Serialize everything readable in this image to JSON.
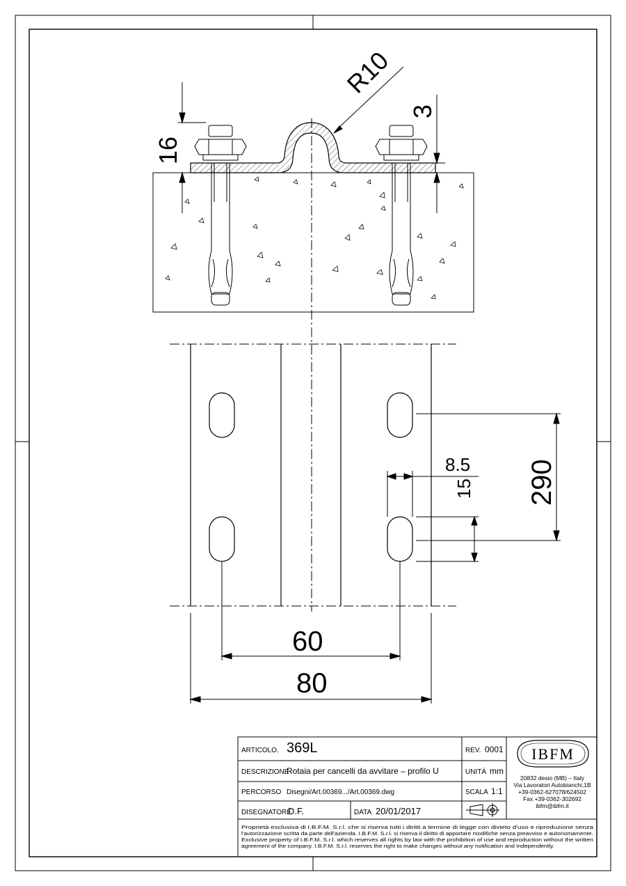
{
  "dimensions": {
    "radius": "R10",
    "plate_thickness": "3",
    "height": "16",
    "slot_width": "8.5",
    "slot_length": "15",
    "slot_pitch": "290",
    "hole_spacing": "60",
    "overall_width": "80"
  },
  "title_block": {
    "articolo_label": "ARTICOLO.",
    "articolo_value": "369L",
    "rev_label": "REV.",
    "rev_value": "0001",
    "descrizione_label": "DESCRIZIONE",
    "descrizione_value": "Rotaia per cancelli da avvitare – profilo U",
    "unita_label": "UNITÀ",
    "unita_value": "mm",
    "percorso_label": "PERCORSO",
    "percorso_value": "Disegni/Art.00369.../Art.00369.dwg",
    "scala_label": "SCALA",
    "scala_value": "1:1",
    "disegnatore_label": "DISEGNATORE",
    "disegnatore_value": "D.F.",
    "data_label": "DATA",
    "data_value": "20/01/2017",
    "projection_icon": "first-angle-projection-icon"
  },
  "company": {
    "logo": "IBFM",
    "address_1": "20832 desio (MB) – Italy",
    "address_2": "Via Lavoratori Autobianchi,1B",
    "phone": "+39-0362-627078/624502",
    "fax": "Fax +39-0362-302692",
    "email": "ibfm@ibfm.it"
  },
  "disclaimer": [
    "Proprietà esclusiva di I.B.F.M. S.r.l. che si riserva tutti i diritti a termine di legge con divieto d'uso e riproduzione senza",
    "l'autorizzazione scritta da parte dell'azienda. I.B.F.M. S.r.l. si riserva il diritto di apportare modifiche senza preavviso e autonomamente.",
    "Exclusive property of I.B.F.M. S.r.l. which reserves all rights by law with the prohibition of use and reproduction without the written",
    "agreement of the company. I.B.F.M. S.r.l. reserves the right to make changes without any notification and independently."
  ]
}
